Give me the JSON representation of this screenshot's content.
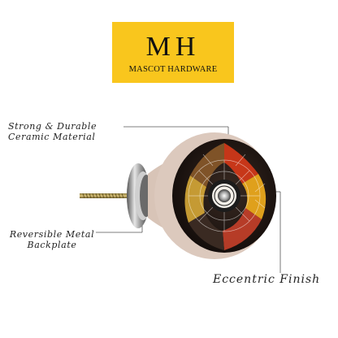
{
  "brand": {
    "mark": "MH",
    "name": "MASCOT HARDWARE",
    "color": "#f9c61d"
  },
  "callouts": {
    "material_line1": "Strong & Durable",
    "material_line2": "Ceramic  Material",
    "backplate_line1": "Reversible Metal",
    "backplate_line2": "Backplate",
    "finish": "Eccentric Finish"
  },
  "product": {
    "name": "ceramic-knob",
    "body_color": "#dcc9bd",
    "accent_colors": [
      "#d83a1a",
      "#e9a81c",
      "#1c1c1c"
    ]
  }
}
